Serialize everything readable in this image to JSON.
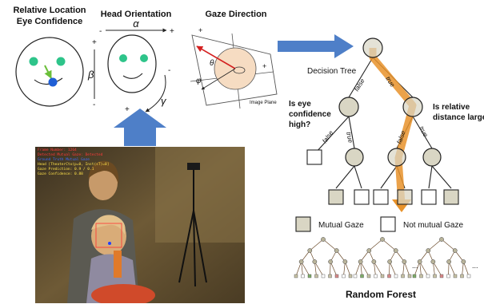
{
  "panels": {
    "relative_location_title": [
      "Relative Location",
      "Eye Confidence"
    ],
    "head_orientation_title": "Head Orientation",
    "gaze_direction_title": "Gaze Direction",
    "alpha": "α",
    "beta": "β",
    "gamma": "γ",
    "theta": "θ",
    "phi": "φ",
    "plus": "+",
    "minus": "-",
    "image_plane_label": "Image Plane"
  },
  "tree": {
    "title": "Decision Tree",
    "question_left": [
      "Is eye",
      "confidence",
      "high?"
    ],
    "question_right": [
      "Is relative",
      "distance large?"
    ],
    "false_label": "false",
    "true_label": "true"
  },
  "legend": {
    "mutual_gaze": "Mutual Gaze",
    "not_mutual_gaze": "Not mutual Gaze"
  },
  "forest": {
    "title": "Random Forest",
    "ellipsis": "..."
  },
  "photo": {
    "overlay_lines": [
      {
        "text": "Frame Number: 1264",
        "color": "#ff3b3b"
      },
      {
        "text": "Detected Mutual Gaze: Detected",
        "color": "#ff3b3b"
      },
      {
        "text": "Ground Truth Mutual Gaze",
        "color": "#3d6bff"
      },
      {
        "text": "Head [TheaterCtx(p=0, Inst(sT)=0]",
        "color": "#ffe24a"
      },
      {
        "text": "Gaze Prediction: 0.9 / 0.1",
        "color": "#ffe24a"
      },
      {
        "text": "Gaze Confidence: 0.88",
        "color": "#ffe24a"
      }
    ]
  },
  "colors": {
    "arrow_blue": "#4e7fc8",
    "tree_node": "#d9d6c4",
    "orange_path": "#e8922a",
    "eye_green": "#2ec48a",
    "pupil_blue": "#1f5fd6"
  }
}
